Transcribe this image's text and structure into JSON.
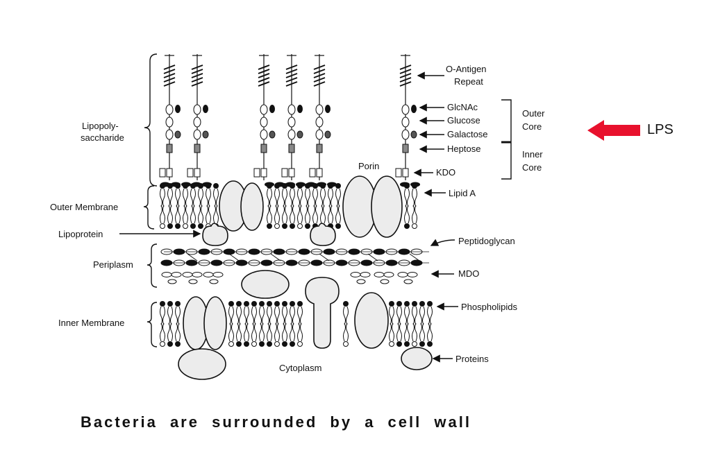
{
  "labels": {
    "lipopolysaccharide_1": "Lipopoly-",
    "lipopolysaccharide_2": "saccharide",
    "outer_membrane": "Outer Membrane",
    "lipoprotein": "Lipoprotein",
    "periplasm": "Periplasm",
    "inner_membrane": "Inner Membrane",
    "cytoplasm": "Cytoplasm",
    "porin": "Porin",
    "o_antigen_1": "O-Antigen",
    "o_antigen_2": "Repeat",
    "glcnac": "GlcNAc",
    "glucose": "Glucose",
    "galactose": "Galactose",
    "heptose": "Heptose",
    "kdo": "KDO",
    "lipid_a": "Lipid A",
    "outer_core_1": "Outer",
    "outer_core_2": "Core",
    "inner_core_1": "Inner",
    "inner_core_2": "Core",
    "peptidoglycan": "Peptidoglycan",
    "mdo": "MDO",
    "phospholipids": "Phospholipids",
    "proteins": "Proteins"
  },
  "lps_label": "LPS",
  "caption": "Bacteria are surrounded by a cell wall",
  "colors": {
    "arrow": "#e8112d",
    "ink": "#111111",
    "protein_fill": "#ececec"
  }
}
